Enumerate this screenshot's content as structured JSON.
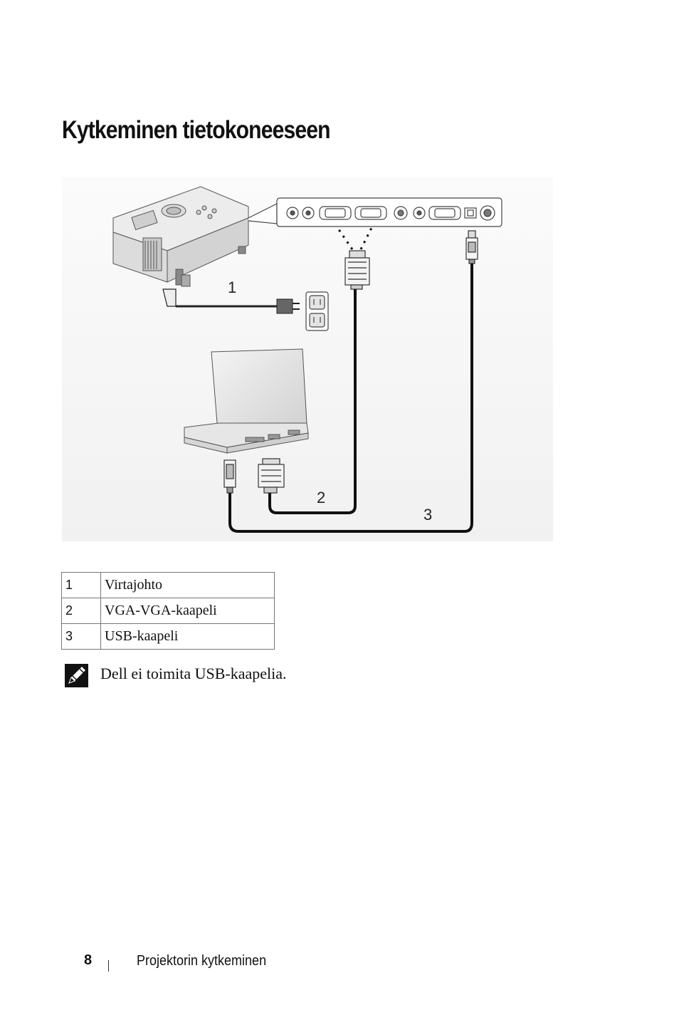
{
  "page": {
    "title": "Kytkeminen tietokoneeseen"
  },
  "figure": {
    "callouts": [
      "1",
      "2",
      "3"
    ]
  },
  "legend": [
    {
      "num": "1",
      "label": "Virtajohto"
    },
    {
      "num": "2",
      "label": "VGA-VGA-kaapeli"
    },
    {
      "num": "3",
      "label": "USB-kaapeli"
    }
  ],
  "note": {
    "icon": "note-pencil-icon",
    "text": "Dell ei toimita USB-kaapelia."
  },
  "footer": {
    "page_number": "8",
    "section": "Projektorin kytkeminen"
  }
}
